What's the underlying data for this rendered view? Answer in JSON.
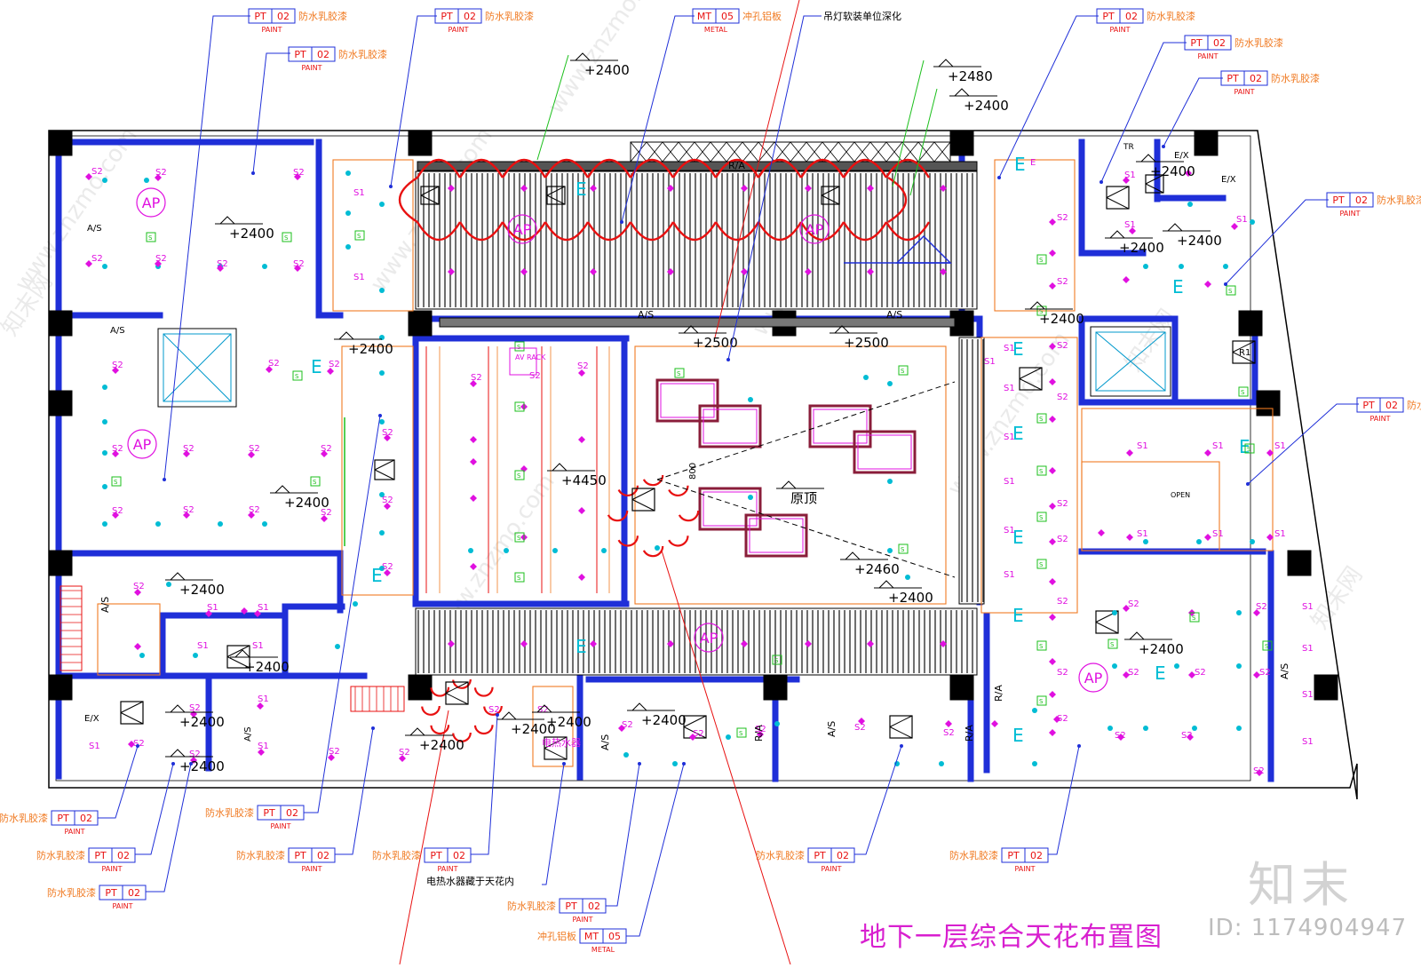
{
  "title": "地下一层综合天花布置图",
  "watermark": {
    "logo": "知末",
    "id": "ID: 1174904947",
    "site": "www.znzmo.com",
    "site_cn": "知末网"
  },
  "colors": {
    "wall": "#1f2fd8",
    "cyan": "#00bcd4",
    "magenta": "#e010e0",
    "orange": "#f07a22",
    "red": "#e81010",
    "green": "#1bbf1b",
    "blue": "#1f2fd8",
    "black": "#000000",
    "title": "#d81fcf"
  },
  "tag_codes": {
    "pt": "PT",
    "mt": "MT",
    "num02": "02",
    "num05": "05",
    "paint": "PAINT",
    "metal": "METAL"
  },
  "material_names": {
    "paint": "防水乳胶漆",
    "metal": "冲孔铝板"
  },
  "notes": {
    "pendant": "吊灯软装单位深化",
    "heater": "电热水器藏于天花内",
    "heater_room": "电热水器"
  },
  "heights": [
    "+2400",
    "+2480",
    "+2500",
    "+4450",
    "+2460",
    "原顶"
  ],
  "equipment": {
    "ap": "AP",
    "as": "A/S",
    "ra": "R/A",
    "ex": "E/X",
    "e": "E",
    "s1": "S1",
    "s2": "S2",
    "s": "S",
    "r1": "R1",
    "tr": "TR",
    "dim800": "800",
    "open": "OPEN",
    "av": "AV RACK"
  }
}
